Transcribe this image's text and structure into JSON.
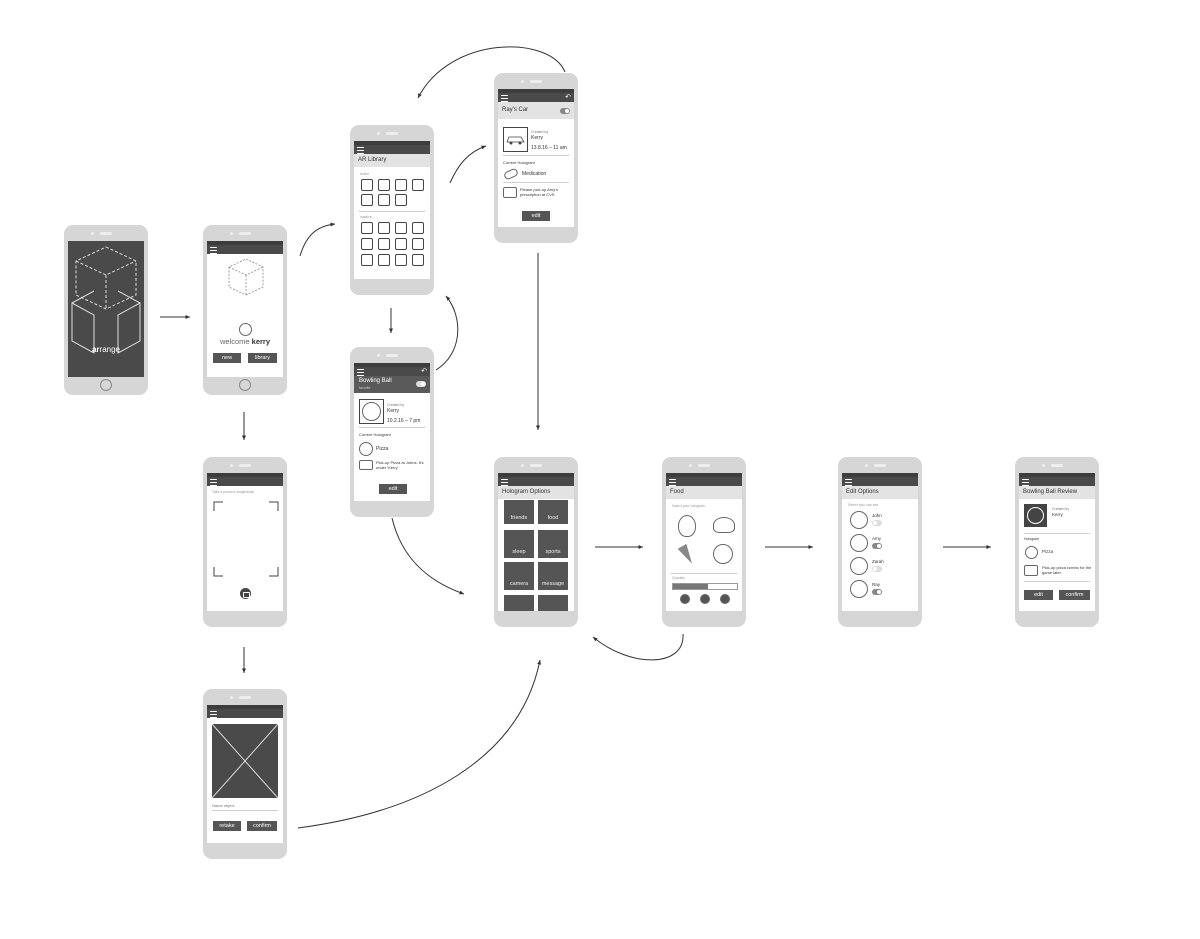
{
  "splash": {
    "logo_prefix": "ar",
    "logo_suffix": "range"
  },
  "welcome": {
    "greeting_prefix": "welcome",
    "user": "kerry",
    "new_label": "new",
    "library_label": "library"
  },
  "scan": {
    "hint": "Take a product image/snap"
  },
  "capture": {
    "name_placeholder": "Name object",
    "retake_label": "retake",
    "confirm_label": "confirm"
  },
  "library": {
    "title": "AR Library",
    "section_active": "active",
    "section_inactive": "inactive"
  },
  "bowling": {
    "title": "Bowling Ball",
    "subtitle": "favorite",
    "owner_label": "Created by",
    "owner": "Kerry",
    "time": "10.2.16 – 7 pm",
    "current_hologram_label": "Current Hologram",
    "food": "Pizza",
    "message": "Pick-up Pizza at Johns. It's under 'Kerry'",
    "edit_label": "edit"
  },
  "rays_car": {
    "title": "Ray's Car",
    "owner_label": "Created by",
    "owner": "Kerry",
    "time": "13.8.16 – 11 am",
    "current_hologram_label": "Current Hologram",
    "item": "Medication",
    "message": "Please pick-up Amy's prescription at CVS",
    "edit_label": "edit"
  },
  "hologram_options": {
    "title": "Hologram Options",
    "tiles": [
      "friends",
      "food",
      "sleep",
      "sports",
      "camera",
      "message"
    ]
  },
  "food": {
    "title": "Food",
    "prompt": "Select your hologram",
    "quantity_label": "Quantity"
  },
  "edit_options": {
    "title": "Edit Options",
    "prompt": "Select who can see",
    "people": [
      {
        "name": "John",
        "on": false
      },
      {
        "name": "Amy",
        "on": true
      },
      {
        "name": "Zarah",
        "on": false
      },
      {
        "name": "Ray",
        "on": true
      }
    ]
  },
  "review": {
    "title": "Bowling Ball Review",
    "owner_label": "Created by",
    "owner": "Kerry",
    "hologram_label": "Hologram",
    "food": "Pizza",
    "message": "Pick-up pizza combo for the game later",
    "edit_label": "edit",
    "confirm_label": "confirm"
  },
  "colors": {
    "dark": "#555555",
    "phone": "#d6d6d6",
    "header": "#e3e3e3",
    "arrow": "#333333"
  }
}
